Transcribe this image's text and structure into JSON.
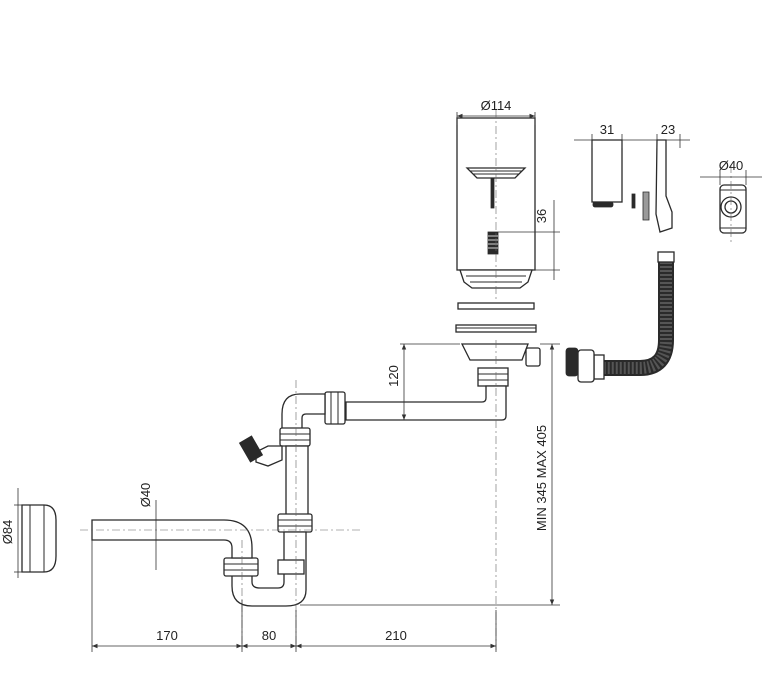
{
  "dimensions": {
    "d114": "Ø114",
    "w31": "31",
    "w23": "23",
    "d40_top": "Ø40",
    "h36": "36",
    "h120": "120",
    "height_range": "MIN 345 MAX 405",
    "d40_pipe": "Ø40",
    "d84": "Ø84",
    "l170": "170",
    "l80": "80",
    "l210": "210"
  }
}
